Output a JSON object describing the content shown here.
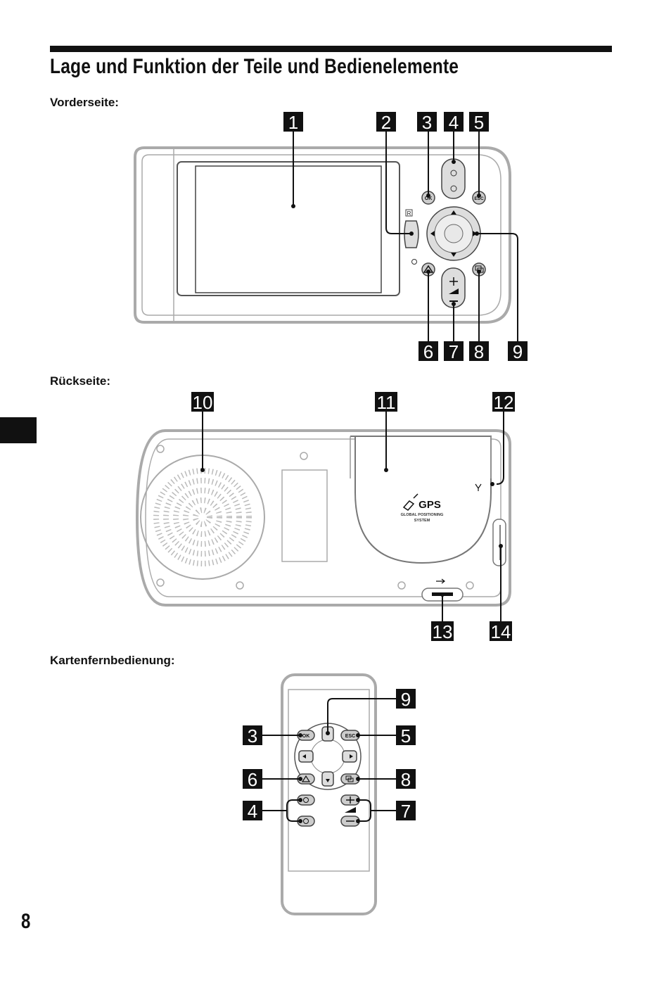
{
  "page": {
    "title": "Lage und Funktion der Teile und Bedienelemente",
    "page_number": "8"
  },
  "sections": {
    "front": "Vorderseite:",
    "back": "Rückseite:",
    "remote": "Kartenfernbedienung:"
  },
  "front_callouts": [
    "1",
    "2",
    "3",
    "4",
    "5",
    "6",
    "7",
    "8",
    "9"
  ],
  "back_callouts": [
    "10",
    "11",
    "12",
    "13",
    "14"
  ],
  "remote_callouts": [
    "9",
    "3",
    "5",
    "6",
    "8",
    "4",
    "7"
  ],
  "device_labels": {
    "ok": "OK",
    "esc": "ESC",
    "r": "R",
    "gps": "GPS",
    "gps_sub1": "GLOBAL POSITIONING",
    "gps_sub2": "SYSTEM"
  }
}
